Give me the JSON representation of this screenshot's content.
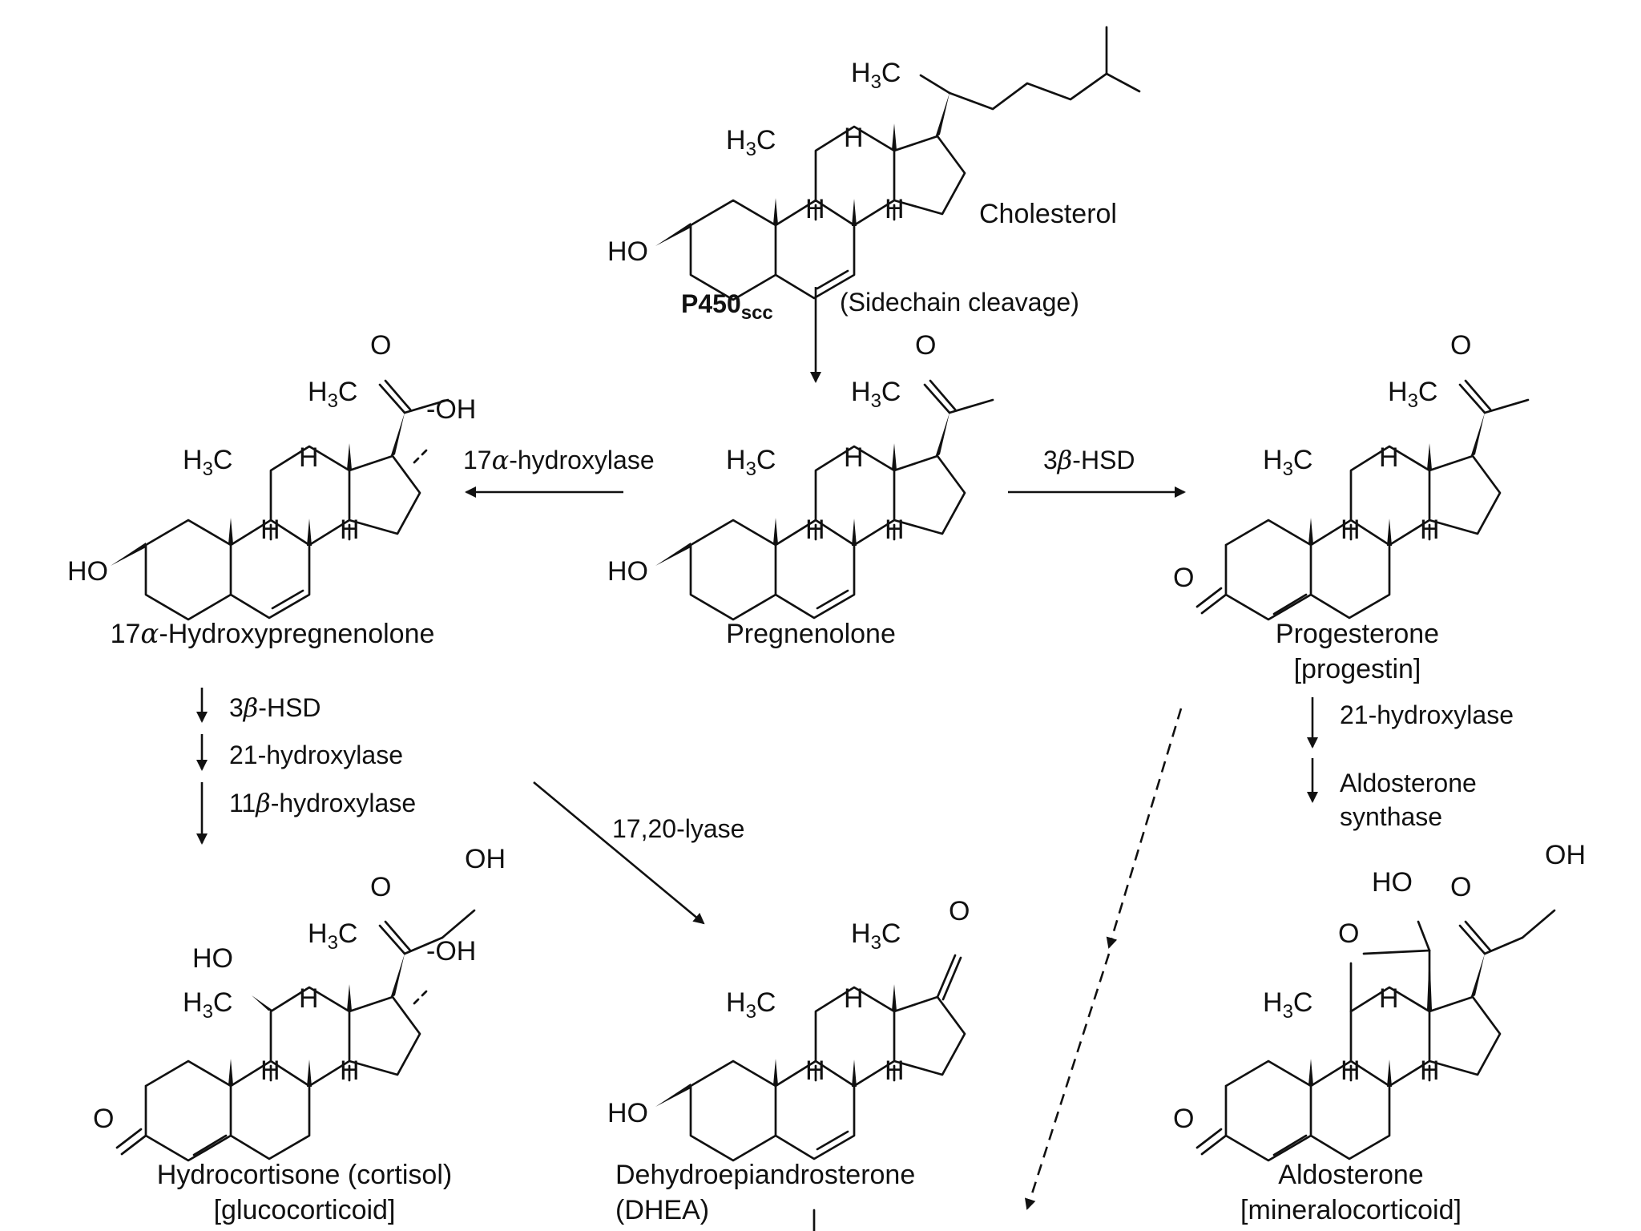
{
  "compounds": {
    "cholesterol": {
      "name": "Cholesterol"
    },
    "pregnenolone": {
      "name": "Pregnenolone"
    },
    "hydroxypregnenolone": {
      "name": "Hydroxypregnenolone",
      "prefix": "17",
      "greek": "α",
      "dash": "-"
    },
    "progesterone": {
      "name": "Progesterone",
      "class": "[progestin]"
    },
    "hydrocortisone": {
      "name": "Hydrocortisone (cortisol)",
      "class": "[glucocorticoid]"
    },
    "dhea": {
      "name": "Dehydroepiandrosterone",
      "abbr": "(DHEA)"
    },
    "aldosterone": {
      "name": "Aldosterone",
      "class": "[mineralocorticoid]"
    }
  },
  "atoms": {
    "h3c_main": "H",
    "h3c_sub": "3",
    "h3c_tail": "C",
    "h": "H",
    "ho": "HO",
    "oh": "OH",
    "oh_dash": "-OH",
    "o": "O"
  },
  "enzymes": {
    "p450": {
      "main": "P450",
      "sub": "scc"
    },
    "sidechain": "(Sidechain cleavage)",
    "hydroxylase17": {
      "prefix": "17",
      "greek": "α",
      "rest": "-hydroxylase"
    },
    "hsd3b_right": {
      "prefix": "3",
      "greek": "β",
      "rest": "-HSD"
    },
    "hsd3b_left": {
      "prefix": "3",
      "greek": "β",
      "rest": "-HSD"
    },
    "hydroxylase21_left": "21-hydroxylase",
    "hydroxylase11b": {
      "prefix": "11",
      "greek": "β",
      "rest": "-hydroxylase"
    },
    "lyase": "17,20-lyase",
    "hydroxylase21_right": "21-hydroxylase",
    "aldo_synthase_1": "Aldosterone",
    "aldo_synthase_2": "synthase"
  },
  "colors": {
    "ink": "#111111",
    "background": "#ffffff"
  }
}
